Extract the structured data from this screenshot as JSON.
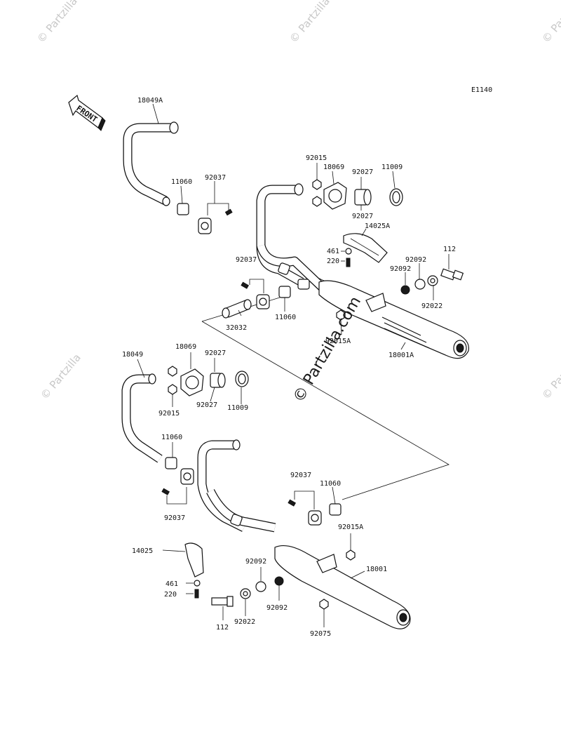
{
  "diagram_code": "E1140",
  "front_label": "FRONT",
  "watermark_small": "© Partzilla",
  "watermark_main": "© Partzilla.com",
  "labels": {
    "p18049A": "18049A",
    "p11060_top": "11060",
    "p92037_top": "92037",
    "p92015_top": "92015",
    "p18069_top": "18069",
    "p92027_top_a": "92027",
    "p11009_top": "11009",
    "p92027_top_b": "92027",
    "p14025A": "14025A",
    "p461_top": "461",
    "p220_top": "220",
    "p112_top": "112",
    "p92092_top_a": "92092",
    "p92092_top_b": "92092",
    "p92022_top": "92022",
    "p92037_mid": "92037",
    "p32032": "32032",
    "p11060_mid": "11060",
    "p92015A_top": "92015A",
    "p18001A": "18001A",
    "p18049": "18049",
    "p18069_bot": "18069",
    "p92027_bot_a": "92027",
    "p92015_bot": "92015",
    "p92027_bot_b": "92027",
    "p11009_bot": "11009",
    "p11060_bot_l": "11060",
    "p92037_bot_l": "92037",
    "p92037_bot_r": "92037",
    "p11060_bot_r": "11060",
    "p92015A_bot": "92015A",
    "p14025": "14025",
    "p92092_bot_a": "92092",
    "p18001": "18001",
    "p461_bot": "461",
    "p220_bot": "220",
    "p92092_bot_b": "92092",
    "p112_bot": "112",
    "p92022_bot": "92022",
    "p92075": "92075"
  }
}
